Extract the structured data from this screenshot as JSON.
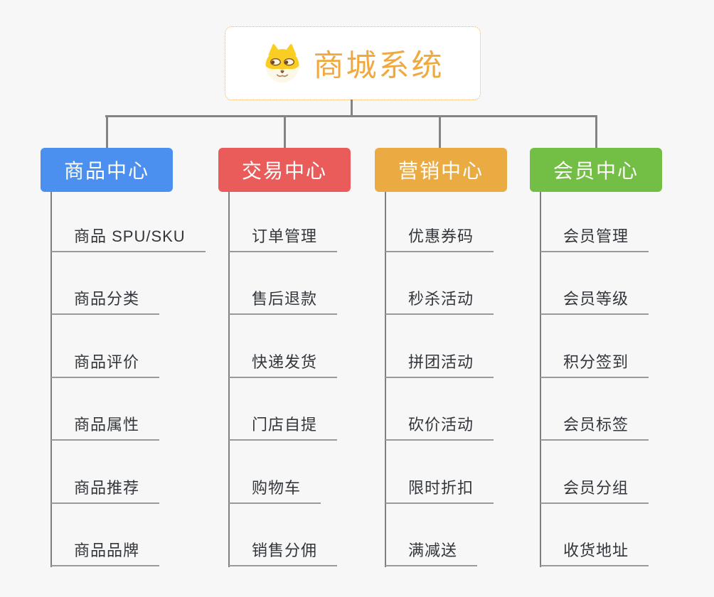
{
  "root": {
    "title": "商城系统",
    "icon": "doge-icon",
    "title_color": "#f0a93e",
    "box_border_color": "#f3b157"
  },
  "colors": {
    "background": "#f7f7f7",
    "connector": "#848484",
    "underline": "#9a9a9a",
    "item_text": "#32363b"
  },
  "branches": [
    {
      "label": "商品中心",
      "color": "#4b90ee",
      "items": [
        "商品 SPU/SKU",
        "商品分类",
        "商品评价",
        "商品属性",
        "商品推荐",
        "商品品牌"
      ]
    },
    {
      "label": "交易中心",
      "color": "#e95c59",
      "items": [
        "订单管理",
        "售后退款",
        "快递发货",
        "门店自提",
        "购物车",
        "销售分佣"
      ]
    },
    {
      "label": "营销中心",
      "color": "#ebab43",
      "items": [
        "优惠券码",
        "秒杀活动",
        "拼团活动",
        "砍价活动",
        "限时折扣",
        "满减送"
      ]
    },
    {
      "label": "会员中心",
      "color": "#73bf46",
      "items": [
        "会员管理",
        "会员等级",
        "积分签到",
        "会员标签",
        "会员分组",
        "收货地址"
      ]
    }
  ]
}
